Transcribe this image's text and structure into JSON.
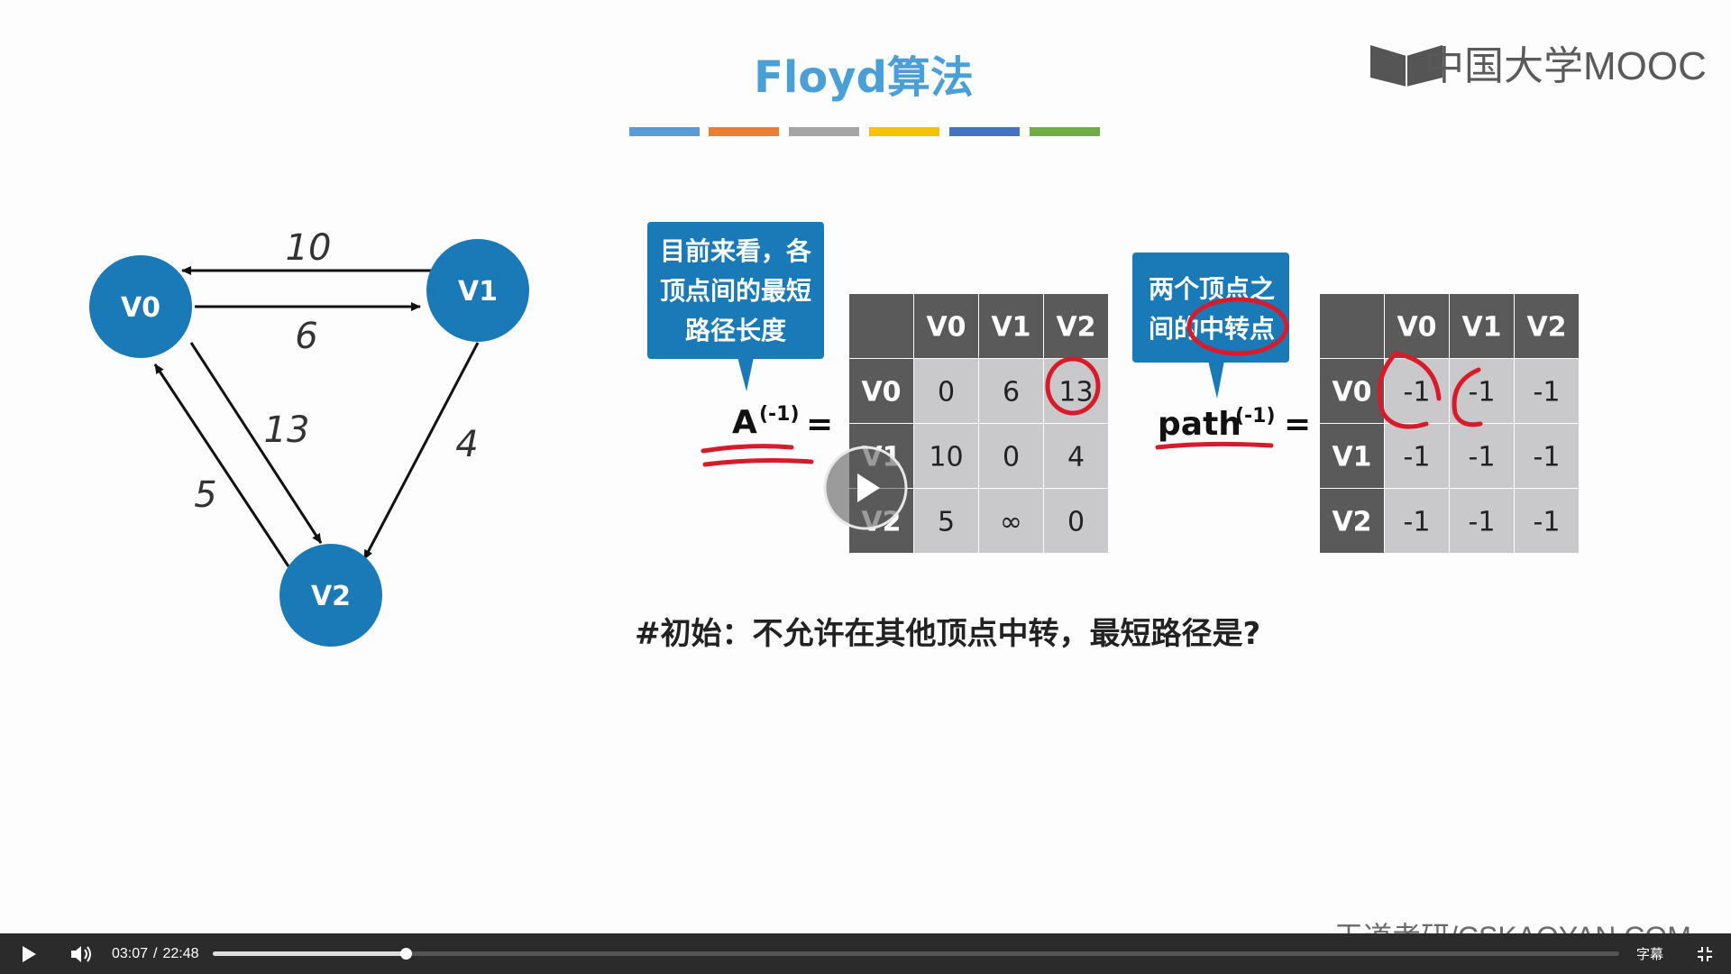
{
  "slide": {
    "title": "Floyd算法",
    "logo_text": "中国大学MOOC",
    "title_bar_colors": [
      "#5b9bd5",
      "#ed7d31",
      "#a5a5a5",
      "#ffc000",
      "#4472c4",
      "#70ad47"
    ],
    "graph": {
      "nodes": [
        "V0",
        "V1",
        "V2"
      ],
      "edge_labels": [
        "10",
        "6",
        "13",
        "4",
        "5"
      ]
    },
    "callout_left": [
      "目前来看，各",
      "顶点间的最短",
      "路径长度"
    ],
    "callout_right": [
      "两个顶点之",
      "间的中转点"
    ],
    "matrix_a": {
      "label": "A",
      "superscript": "(-1)",
      "equals": "=",
      "col_headers": [
        "V0",
        "V1",
        "V2"
      ],
      "rows": [
        {
          "header": "V0",
          "cells": [
            "0",
            "6",
            "13"
          ]
        },
        {
          "header": "V1",
          "cells": [
            "10",
            "0",
            "4"
          ]
        },
        {
          "header": "V2",
          "cells": [
            "5",
            "∞",
            "0"
          ]
        }
      ]
    },
    "matrix_path": {
      "label": "path",
      "superscript": "(-1)",
      "equals": "=",
      "col_headers": [
        "V0",
        "V1",
        "V2"
      ],
      "rows": [
        {
          "header": "V0",
          "cells": [
            "-1",
            "-1",
            "-1"
          ]
        },
        {
          "header": "V1",
          "cells": [
            "-1",
            "-1",
            "-1"
          ]
        },
        {
          "header": "V2",
          "cells": [
            "-1",
            "-1",
            "-1"
          ]
        }
      ]
    },
    "caption": "#初始：不允许在其他顶点中转，最短路径是?",
    "watermark": "王道考研/CSKAOYAN.COM",
    "colors": {
      "node": "#1a7ab8",
      "callout": "#1a7ab8",
      "header_cell": "#5a5a5a",
      "body_cell": "#c9c9cc",
      "annotation": "#d81b2a"
    }
  },
  "player": {
    "current_time": "03:07",
    "separator": "/",
    "duration": "22:48",
    "progress": 0.137,
    "subtitle_label": "字幕"
  }
}
